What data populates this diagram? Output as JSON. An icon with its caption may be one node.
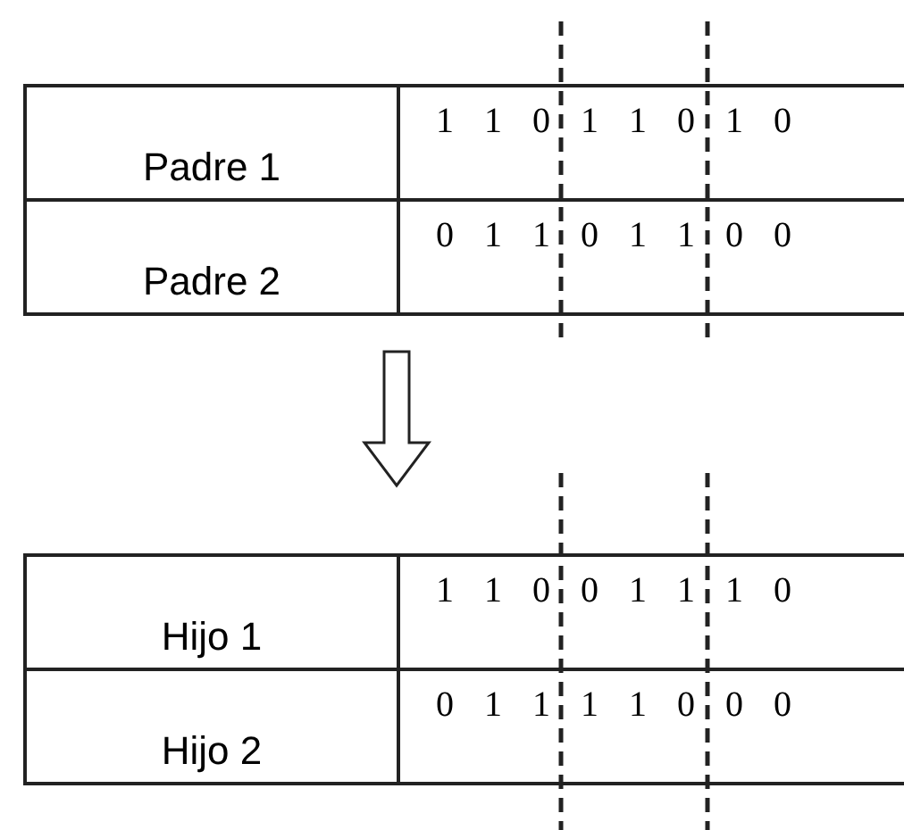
{
  "diagram": {
    "labels": [
      "Padre 1",
      "1 1 0 1 1 0 1 0",
      "Padre 2",
      "0 1 1 0 1 1 0 0",
      "Hijo 1",
      "1 1 0 0 1 1 1 0",
      "Hijo 2",
      "0 1 1 1 1 0 0 0"
    ]
  }
}
